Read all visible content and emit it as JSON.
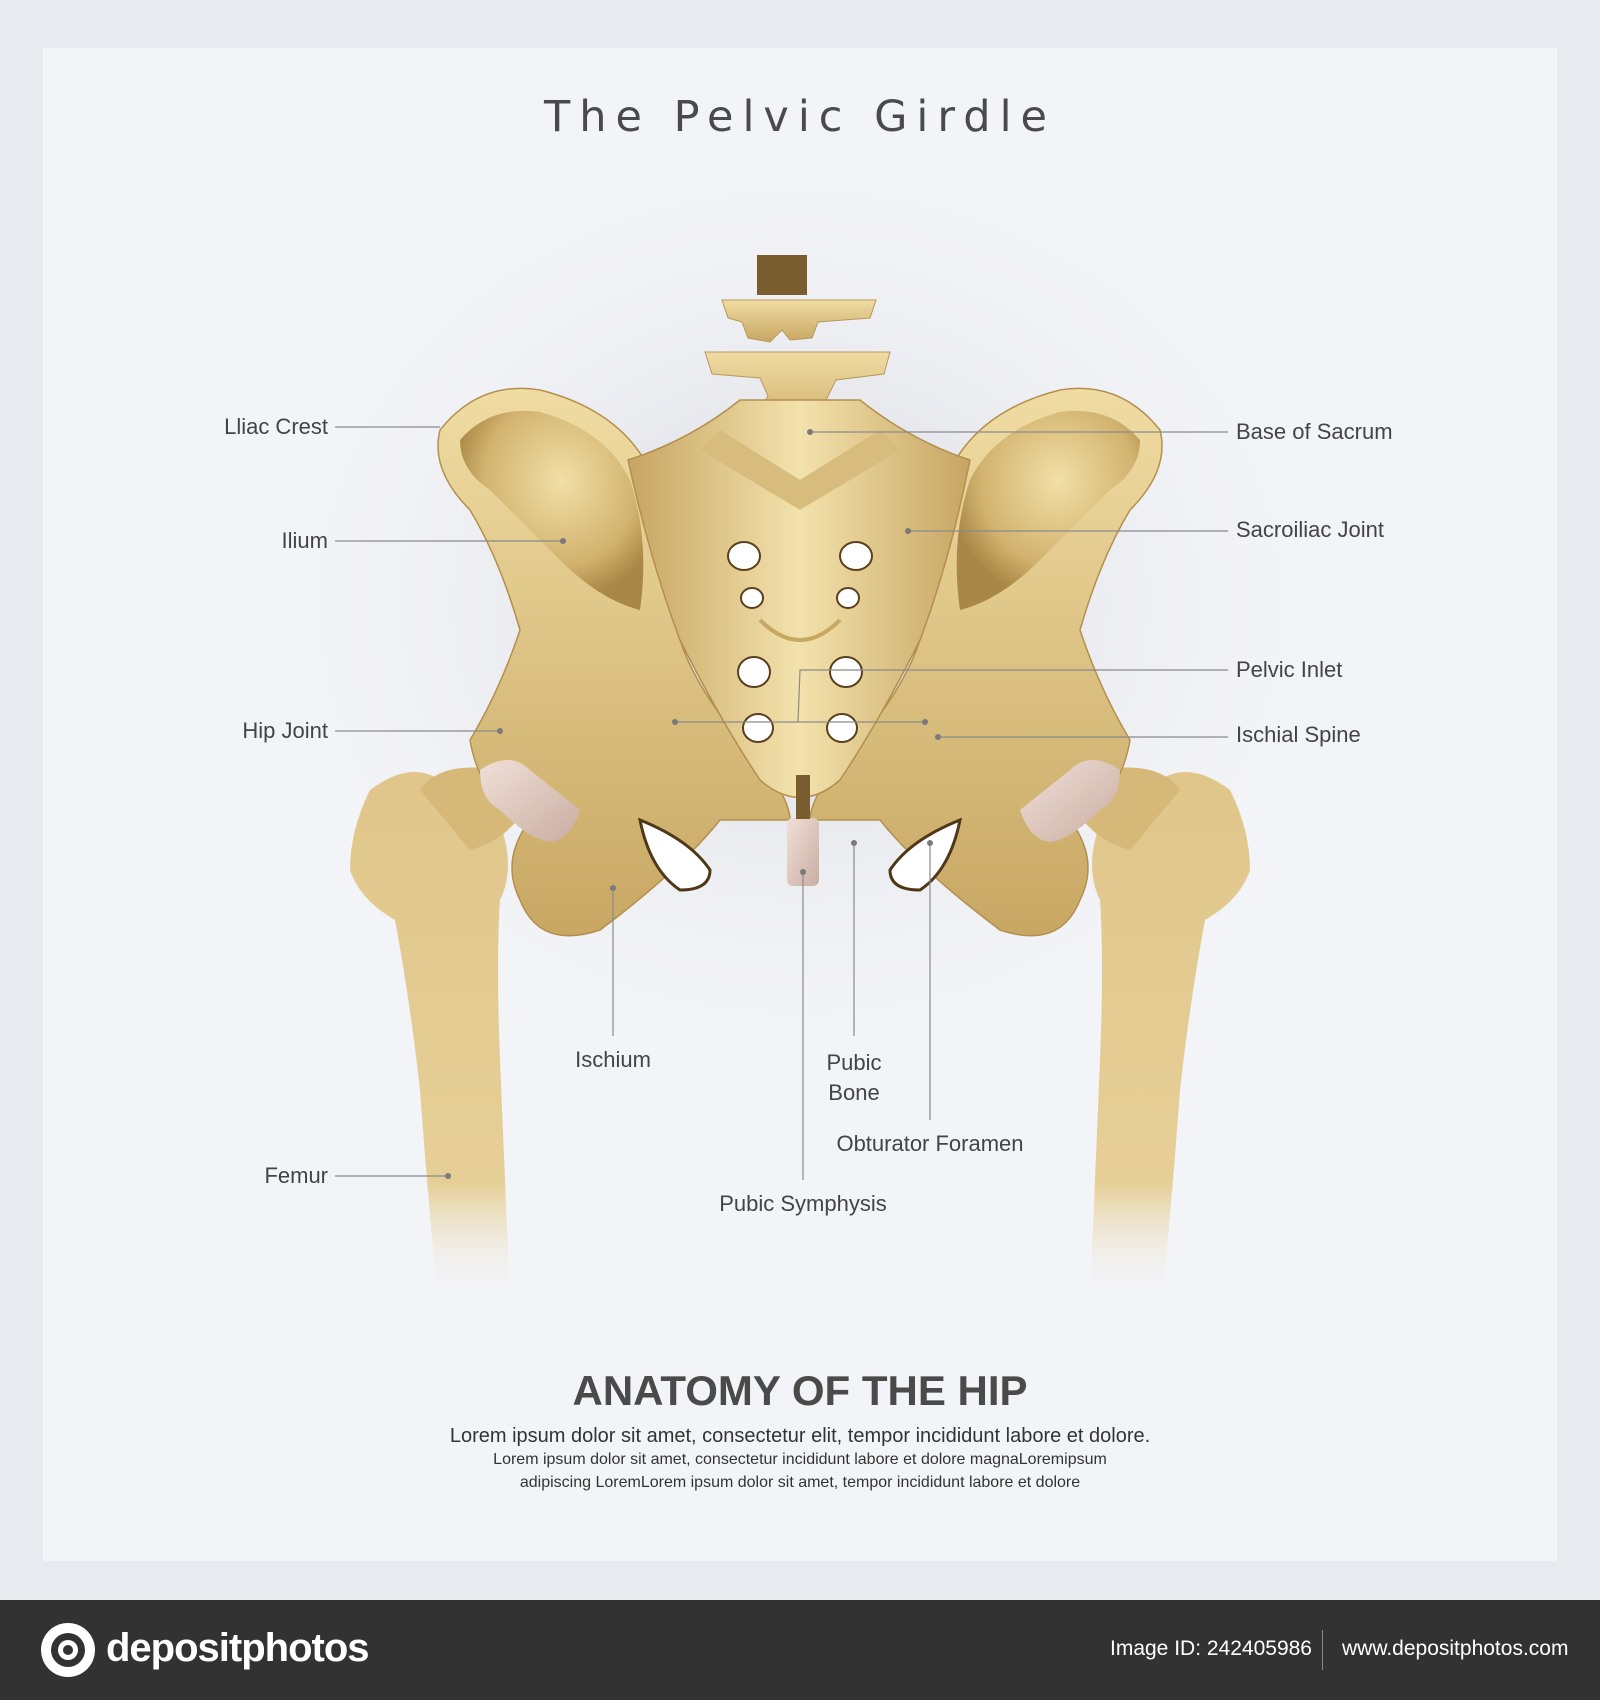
{
  "title": "The Pelvic Girdle",
  "labels": {
    "iliac_crest": "Lliac Crest",
    "ilium": "Ilium",
    "hip_joint": "Hip Joint",
    "femur": "Femur",
    "ischium": "Ischium",
    "pubic_bone": "Pubic\nBone",
    "obturator_foramen": "Obturator Foramen",
    "pubic_symphysis": "Pubic Symphysis",
    "base_of_sacrum": "Base of Sacrum",
    "sacroiliac_joint": "Sacroiliac Joint",
    "pelvic_inlet": "Pelvic Inlet",
    "ischial_spine": "Ischial Spine"
  },
  "footer": {
    "heading": "ANATOMY OF THE HIP",
    "line1": "Lorem ipsum dolor sit amet, consectetur elit, tempor incididunt labore et dolore.",
    "line2": "Lorem ipsum dolor sit amet, consectetur  incididunt labore et dolore magnaLoremipsum",
    "line3": "adipiscing LoremLorem ipsum dolor sit amet, tempor incididunt labore et dolore"
  },
  "watermark": "depositphotos",
  "brand": {
    "name": "depositphotos",
    "image_id": "Image ID: 242405986",
    "url": "www.depositphotos.com"
  },
  "colors": {
    "bone_light": "#f2e0a8",
    "bone_mid": "#ddc27e",
    "bone_dark": "#b89552",
    "cartilage": "#e6d2c8",
    "background": "#f3f4f8",
    "brand_bar": "#323232"
  }
}
